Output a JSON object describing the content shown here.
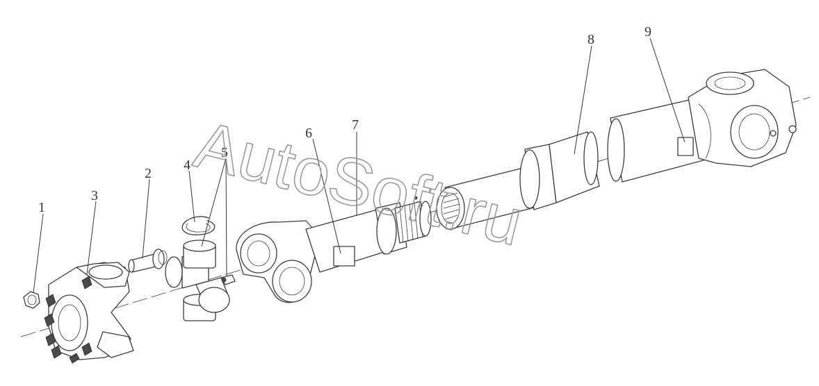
{
  "diagram": {
    "callouts": [
      {
        "id": "1",
        "label": "1"
      },
      {
        "id": "2",
        "label": "2"
      },
      {
        "id": "3",
        "label": "3"
      },
      {
        "id": "4",
        "label": "4"
      },
      {
        "id": "5",
        "label": "5"
      },
      {
        "id": "6",
        "label": "6"
      },
      {
        "id": "7",
        "label": "7"
      },
      {
        "id": "8",
        "label": "8"
      },
      {
        "id": "9",
        "label": "9"
      }
    ],
    "watermark": "AutoSoft.ru",
    "colors": {
      "line": "#3a3a3a",
      "watermark": "#9a9a9a",
      "background": "#ffffff"
    }
  }
}
